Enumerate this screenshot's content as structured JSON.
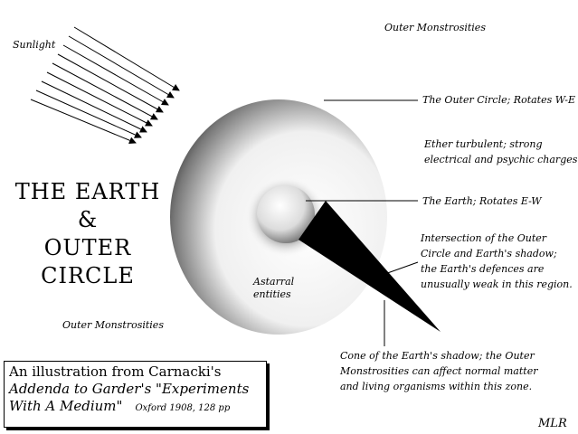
{
  "diagram": {
    "title_lines": [
      "THE EARTH",
      "&",
      "OUTER CIRCLE"
    ],
    "labels": {
      "sunlight": "Sunlight",
      "outer_monstrosities_top": "Outer Monstrosities",
      "outer_monstrosities_bottom": "Outer Monstrosities",
      "outer_circle": "The Outer Circle; Rotates W-E",
      "ether_1": "Ether turbulent; strong",
      "ether_2": "electrical and psychic charges.",
      "earth": "The Earth; Rotates E-W",
      "intersection_1": "Intersection of the Outer",
      "intersection_2": "Circle and Earth's shadow;",
      "intersection_3": "the Earth's defences are",
      "intersection_4": "unusually weak in this region.",
      "astarral_1": "Astarral",
      "astarral_2": "entities",
      "cone_1": "Cone of the Earth's shadow; the Outer",
      "cone_2": "Monstrosities can affect normal matter",
      "cone_3": "and living organisms within this zone."
    },
    "caption": {
      "line1": "An illustration from Carnacki's",
      "line2": "Addenda to Garder's \"Experiments",
      "line3": "With A Medium\"",
      "publication": "Oxford 1908, 128 pp"
    },
    "signature": "MLR"
  }
}
